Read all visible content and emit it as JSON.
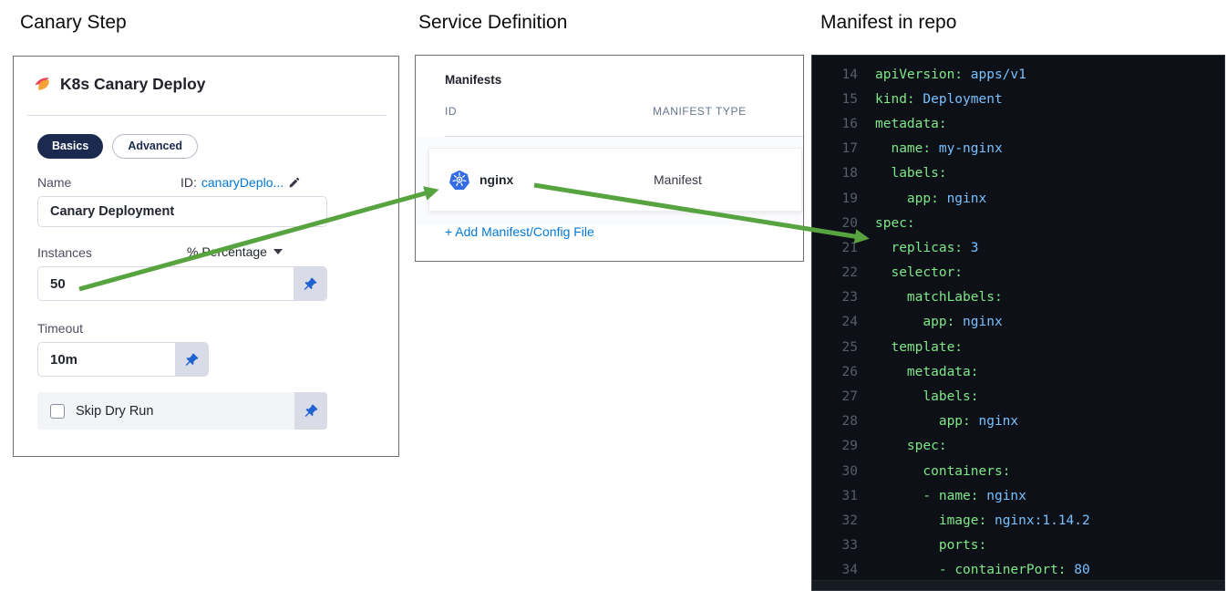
{
  "panels": {
    "canary_step": {
      "heading": "Canary Step",
      "card_title": "K8s Canary Deploy",
      "tabs": [
        {
          "label": "Basics",
          "active": true
        },
        {
          "label": "Advanced",
          "active": false
        }
      ],
      "name_label": "Name",
      "id_prefix": "ID:",
      "id_value": "canaryDeplo...",
      "name_value": "Canary Deployment",
      "instances_label": "Instances",
      "instances_mode": "% Percentage",
      "instances_value": "50",
      "timeout_label": "Timeout",
      "timeout_value": "10m",
      "skip_dry_run_label": "Skip Dry Run",
      "skip_dry_run_checked": false
    },
    "service_definition": {
      "heading": "Service Definition",
      "section_title": "Manifests",
      "columns": {
        "id": "ID",
        "type": "MANIFEST TYPE"
      },
      "rows": [
        {
          "id": "nginx",
          "type": "Manifest"
        }
      ],
      "add_link": "+ Add Manifest/Config File"
    },
    "manifest_repo": {
      "heading": "Manifest in repo",
      "lines": [
        {
          "n": 14,
          "indent": 0,
          "key": "apiVersion",
          "value": "apps/v1"
        },
        {
          "n": 15,
          "indent": 0,
          "key": "kind",
          "value": "Deployment"
        },
        {
          "n": 16,
          "indent": 0,
          "key": "metadata",
          "value": null
        },
        {
          "n": 17,
          "indent": 1,
          "key": "name",
          "value": "my-nginx"
        },
        {
          "n": 18,
          "indent": 1,
          "key": "labels",
          "value": null
        },
        {
          "n": 19,
          "indent": 2,
          "key": "app",
          "value": "nginx"
        },
        {
          "n": 20,
          "indent": 0,
          "key": "spec",
          "value": null
        },
        {
          "n": 21,
          "indent": 1,
          "key": "replicas",
          "value": "3"
        },
        {
          "n": 22,
          "indent": 1,
          "key": "selector",
          "value": null
        },
        {
          "n": 23,
          "indent": 2,
          "key": "matchLabels",
          "value": null
        },
        {
          "n": 24,
          "indent": 3,
          "key": "app",
          "value": "nginx"
        },
        {
          "n": 25,
          "indent": 1,
          "key": "template",
          "value": null
        },
        {
          "n": 26,
          "indent": 2,
          "key": "metadata",
          "value": null
        },
        {
          "n": 27,
          "indent": 3,
          "key": "labels",
          "value": null
        },
        {
          "n": 28,
          "indent": 4,
          "key": "app",
          "value": "nginx"
        },
        {
          "n": 29,
          "indent": 2,
          "key": "spec",
          "value": null
        },
        {
          "n": 30,
          "indent": 3,
          "key": "containers",
          "value": null
        },
        {
          "n": 31,
          "indent": 3,
          "dash": true,
          "key": "name",
          "value": "nginx"
        },
        {
          "n": 32,
          "indent": 4,
          "key": "image",
          "value": "nginx:1.14.2"
        },
        {
          "n": 33,
          "indent": 4,
          "key": "ports",
          "value": null
        },
        {
          "n": 34,
          "indent": 4,
          "dash": true,
          "key": "containerPort",
          "value": "80"
        }
      ]
    }
  },
  "colors": {
    "accent_blue": "#0278d5",
    "tab_navy": "#1b2a4e",
    "arrow_green": "#57a33f",
    "code_background": "#0d1117",
    "code_key_green": "#7ee787",
    "code_value_blue": "#79c0ff",
    "code_linenumber_gray": "#565e68",
    "kubernetes_blue": "#326ce5",
    "pin_blue": "#2062cf"
  },
  "icons": {
    "canary": "canary-bird-icon",
    "kubernetes": "kubernetes-wheel-icon",
    "pin": "pin-icon",
    "pencil": "pencil-edit-icon",
    "caret": "chevron-down-icon"
  }
}
